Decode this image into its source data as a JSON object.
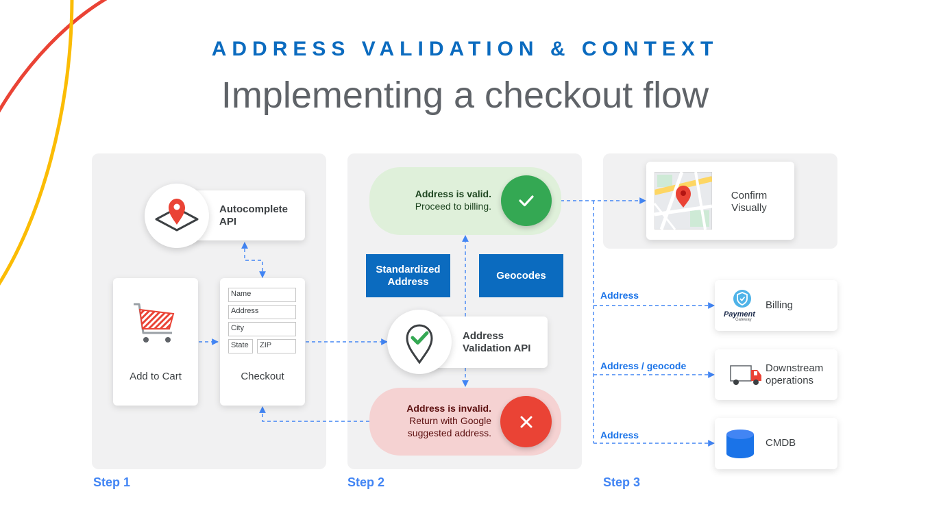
{
  "header": {
    "eyebrow": "ADDRESS VALIDATION & CONTEXT",
    "title": "Implementing a checkout flow"
  },
  "step1": {
    "label": "Step 1",
    "autocomplete": {
      "line1": "Autocomplete",
      "line2": "API"
    },
    "add_to_cart": "Add to Cart",
    "checkout": {
      "caption": "Checkout",
      "fields": {
        "name": "Name",
        "address": "Address",
        "city": "City",
        "state": "State",
        "zip": "ZIP"
      }
    }
  },
  "step2": {
    "label": "Step 2",
    "valid": {
      "line1": "Address is valid.",
      "line2": "Proceed to billing."
    },
    "standardized": {
      "line1": "Standardized",
      "line2": "Address"
    },
    "geocodes": "Geocodes",
    "validation_api": {
      "line1": "Address",
      "line2": "Validation API"
    },
    "invalid": {
      "line1": "Address is invalid.",
      "line2": "Return with Google",
      "line3": "suggested address."
    }
  },
  "step3": {
    "label": "Step 3",
    "confirm": {
      "line1": "Confirm",
      "line2": "Visually"
    },
    "edges": {
      "billing": "Address",
      "downstream": "Address / geocode",
      "cmdb": "Address"
    },
    "billing": {
      "label": "Billing",
      "logo_line1": "Payment",
      "logo_line2": "Gateway"
    },
    "downstream": {
      "line1": "Downstream",
      "line2": "operations"
    },
    "cmdb": "CMDB"
  },
  "colors": {
    "accent_blue": "#0b6bbf",
    "link_blue": "#4285f4",
    "valid_green": "#34a853",
    "invalid_red": "#ea4335",
    "arc_red": "#ea4335",
    "arc_yellow": "#fbbc04"
  },
  "icons": [
    "map-pin-icon",
    "shopping-cart-icon",
    "check-pin-icon",
    "check-icon",
    "close-icon",
    "map-icon",
    "payment-shield-icon",
    "truck-icon",
    "database-icon"
  ]
}
